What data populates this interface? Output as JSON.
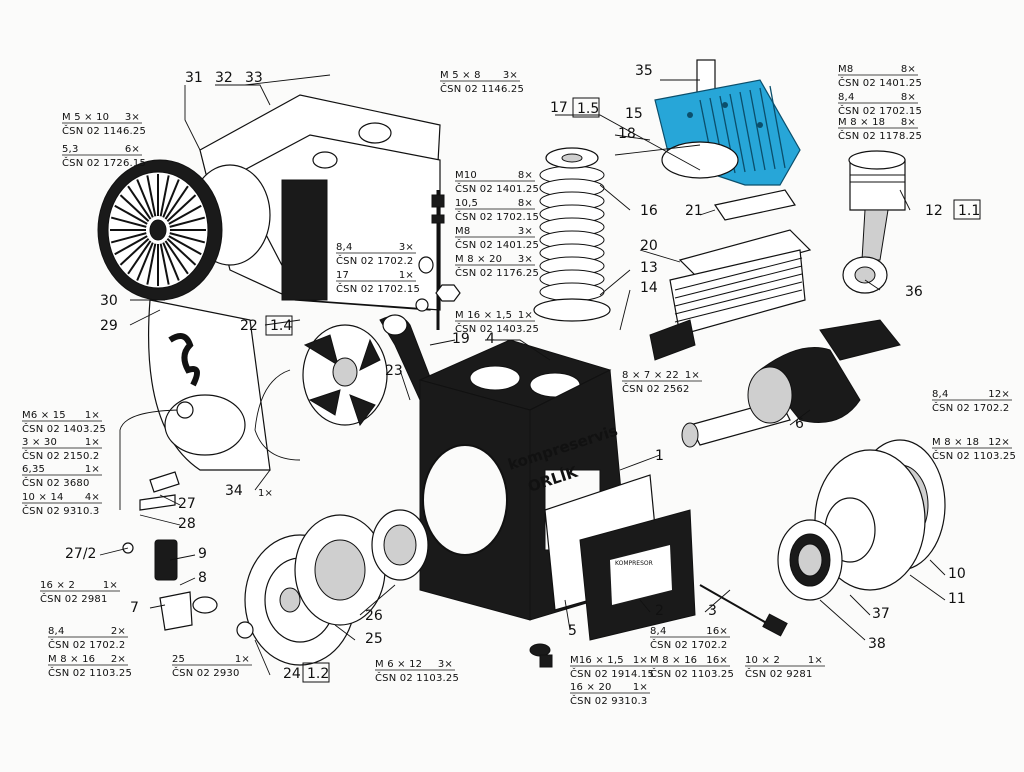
{
  "colors": {
    "ink": "#111111",
    "paper": "#fbfbfa",
    "highlight": "#27a6d8",
    "block": "#1a1a1a"
  },
  "highlighted_part": "15",
  "brand": {
    "line1": "kompreservis",
    "line2": "ORLÍK"
  },
  "plate_text": "KOMPRESOR",
  "numbers": [
    {
      "id": "n31",
      "t": "31"
    },
    {
      "id": "n32",
      "t": "32"
    },
    {
      "id": "n33",
      "t": "33"
    },
    {
      "id": "n35",
      "t": "35"
    },
    {
      "id": "n17",
      "t": "17"
    },
    {
      "id": "n15box",
      "t": "1.5"
    },
    {
      "id": "n15",
      "t": "15"
    },
    {
      "id": "n18",
      "t": "18"
    },
    {
      "id": "n16",
      "t": "16"
    },
    {
      "id": "n21",
      "t": "21"
    },
    {
      "id": "n12",
      "t": "12"
    },
    {
      "id": "n11box",
      "t": "1.1"
    },
    {
      "id": "n20",
      "t": "20"
    },
    {
      "id": "n13",
      "t": "13"
    },
    {
      "id": "n14",
      "t": "14"
    },
    {
      "id": "n36",
      "t": "36"
    },
    {
      "id": "n30",
      "t": "30"
    },
    {
      "id": "n29",
      "t": "29"
    },
    {
      "id": "n22",
      "t": "22"
    },
    {
      "id": "n14box",
      "t": "1.4"
    },
    {
      "id": "n19",
      "t": "19"
    },
    {
      "id": "n4",
      "t": "4"
    },
    {
      "id": "n23",
      "t": "23"
    },
    {
      "id": "n6",
      "t": "6"
    },
    {
      "id": "n1",
      "t": "1"
    },
    {
      "id": "n27",
      "t": "27"
    },
    {
      "id": "n28",
      "t": "28"
    },
    {
      "id": "n34",
      "t": "34"
    },
    {
      "id": "n272",
      "t": "27/2"
    },
    {
      "id": "n9",
      "t": "9"
    },
    {
      "id": "n8",
      "t": "8"
    },
    {
      "id": "n7",
      "t": "7"
    },
    {
      "id": "n26",
      "t": "26"
    },
    {
      "id": "n25",
      "t": "25"
    },
    {
      "id": "n24",
      "t": "24"
    },
    {
      "id": "n12box",
      "t": "1.2"
    },
    {
      "id": "n2",
      "t": "2"
    },
    {
      "id": "n3",
      "t": "3"
    },
    {
      "id": "n5",
      "t": "5"
    },
    {
      "id": "n10",
      "t": "10"
    },
    {
      "id": "n11",
      "t": "11"
    },
    {
      "id": "n37",
      "t": "37"
    },
    {
      "id": "n38",
      "t": "38"
    }
  ],
  "specs": [
    {
      "id": "s_m5x8",
      "a": "M 5 × 8",
      "q": "3×",
      "c": "ČSN 02 1146.25"
    },
    {
      "id": "s_m5x10",
      "a": "M 5 × 10",
      "q": "3×",
      "c": "ČSN 02 1146.25"
    },
    {
      "id": "s_53",
      "a": "5,3",
      "q": "6×",
      "c": "ČSN 02 1726.15"
    },
    {
      "id": "s_m8top",
      "a": "M8",
      "q": "8×",
      "c": "ČSN 02 1401.25"
    },
    {
      "id": "s_84top",
      "a": "8,4",
      "q": "8×",
      "c": "ČSN 02 1702.15"
    },
    {
      "id": "s_m8x18top",
      "a": "M 8 × 18",
      "q": "8×",
      "c": "ČSN 02 1178.25"
    },
    {
      "id": "s_m10",
      "a": "M10",
      "q": "8×",
      "c": "ČSN 02 1401.25"
    },
    {
      "id": "s_105",
      "a": "10,5",
      "q": "8×",
      "c": "ČSN 02 1702.15"
    },
    {
      "id": "s_m8mid",
      "a": "M8",
      "q": "3×",
      "c": "ČSN 02 1401.25"
    },
    {
      "id": "s_84mid",
      "a": "8,4",
      "q": "3×",
      "c": "ČSN 02 1702.2"
    },
    {
      "id": "s_m8x20",
      "a": "M 8 × 20",
      "q": "3×",
      "c": "ČSN 02 1176.25"
    },
    {
      "id": "s_17",
      "a": "17",
      "q": "1×",
      "c": "ČSN 02 1702.15"
    },
    {
      "id": "s_m16",
      "a": "M 16 × 1,5",
      "q": "1×",
      "c": "ČSN 02 1403.25"
    },
    {
      "id": "s_key",
      "a": "8 × 7 × 22",
      "q": "1×",
      "c": "ČSN 02 2562"
    },
    {
      "id": "s_84r",
      "a": "8,4",
      "q": "12×",
      "c": "ČSN 02 1702.2"
    },
    {
      "id": "s_m8x18r",
      "a": "M 8 × 18",
      "q": "12×",
      "c": "ČSN 02 1103.25"
    },
    {
      "id": "s_m6x15",
      "a": "M6 × 15",
      "q": "1×",
      "c": "ČSN 02 1403.25"
    },
    {
      "id": "s_3x30",
      "a": "3 × 30",
      "q": "1×",
      "c": "ČSN 02 2150.2"
    },
    {
      "id": "s_635",
      "a": "6,35",
      "q": "1×",
      "c": "ČSN 02 3680"
    },
    {
      "id": "s_10x14",
      "a": "10 × 14",
      "q": "4×",
      "c": "ČSN 02 9310.3"
    },
    {
      "id": "s_16x2",
      "a": "16 × 2",
      "q": "1×",
      "c": "ČSN 02 2981"
    },
    {
      "id": "s_84bl",
      "a": "8,4",
      "q": "2×",
      "c": "ČSN 02 1702.2"
    },
    {
      "id": "s_m8x16bl",
      "a": "M 8 × 16",
      "q": "2×",
      "c": "ČSN 02 1103.25"
    },
    {
      "id": "s_25",
      "a": "25",
      "q": "1×",
      "c": "ČSN 02 2930"
    },
    {
      "id": "s_m6x12",
      "a": "M 6 × 12",
      "q": "3×",
      "c": "ČSN 02 1103.25"
    },
    {
      "id": "s_m16b",
      "a": "M16 × 1,5",
      "q": "1×",
      "c": "ČSN 02 1914.15"
    },
    {
      "id": "s_16x20",
      "a": "16 × 20",
      "q": "1×",
      "c": "ČSN 02 9310.3"
    },
    {
      "id": "s_84b",
      "a": "8,4",
      "q": "16×",
      "c": "ČSN 02 1702.2"
    },
    {
      "id": "s_m8x16b",
      "a": "M 8 × 16",
      "q": "16×",
      "c": "ČSN 02 1103.25"
    },
    {
      "id": "s_10x2",
      "a": "10 × 2",
      "q": "1×",
      "c": "ČSN 02 9281"
    }
  ],
  "qty34": "1×"
}
